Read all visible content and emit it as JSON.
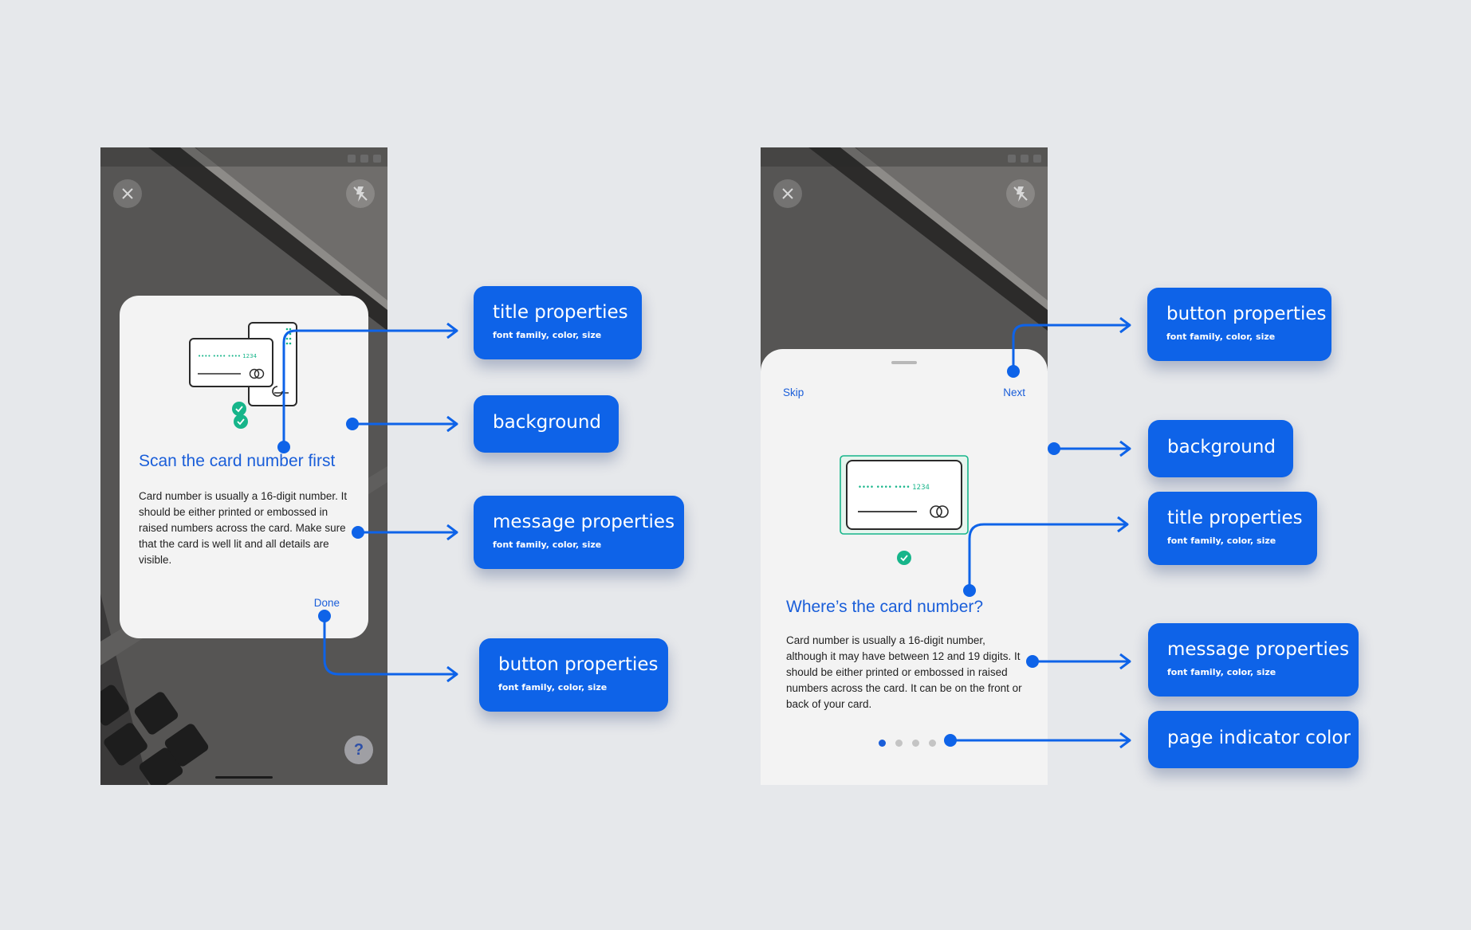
{
  "left_phone": {
    "dialog": {
      "card_digits": "•••• •••• •••• 1234",
      "title": "Scan the card number first",
      "message": "Card number is usually a 16-digit number. It should be either printed or embossed in raised numbers across the card. Make sure that the card is well lit and all details are visible.",
      "button": "Done"
    },
    "help_button": "?"
  },
  "right_phone": {
    "sheet": {
      "skip": "Skip",
      "next": "Next",
      "card_digits": "•••• •••• •••• 1234",
      "title": "Where’s the card number?",
      "message": "Card number is usually a 16-digit number, although it may have between 12 and 19 digits. It should be either printed or embossed in raised numbers across the card. It can be on the front or back of your card.",
      "page_indicator": {
        "pages": 4,
        "active": 1
      }
    }
  },
  "callouts_left": [
    {
      "title": "title properties",
      "subtitle": "font family, color, size"
    },
    {
      "title": "background"
    },
    {
      "title": "message properties",
      "subtitle": "font family, color, size"
    },
    {
      "title": "button properties",
      "subtitle": "font family, color, size"
    }
  ],
  "callouts_right": [
    {
      "title": "button properties",
      "subtitle": "font family, color, size"
    },
    {
      "title": "background"
    },
    {
      "title": "title properties",
      "subtitle": "font family, color, size"
    },
    {
      "title": "message properties",
      "subtitle": "font family, color, size"
    },
    {
      "title": "page indicator color"
    }
  ],
  "colors": {
    "accent": "#1a5ed9",
    "callout": "#0e63e8",
    "card_green": "#16b58a",
    "page_bg": "#e6e8eb"
  }
}
